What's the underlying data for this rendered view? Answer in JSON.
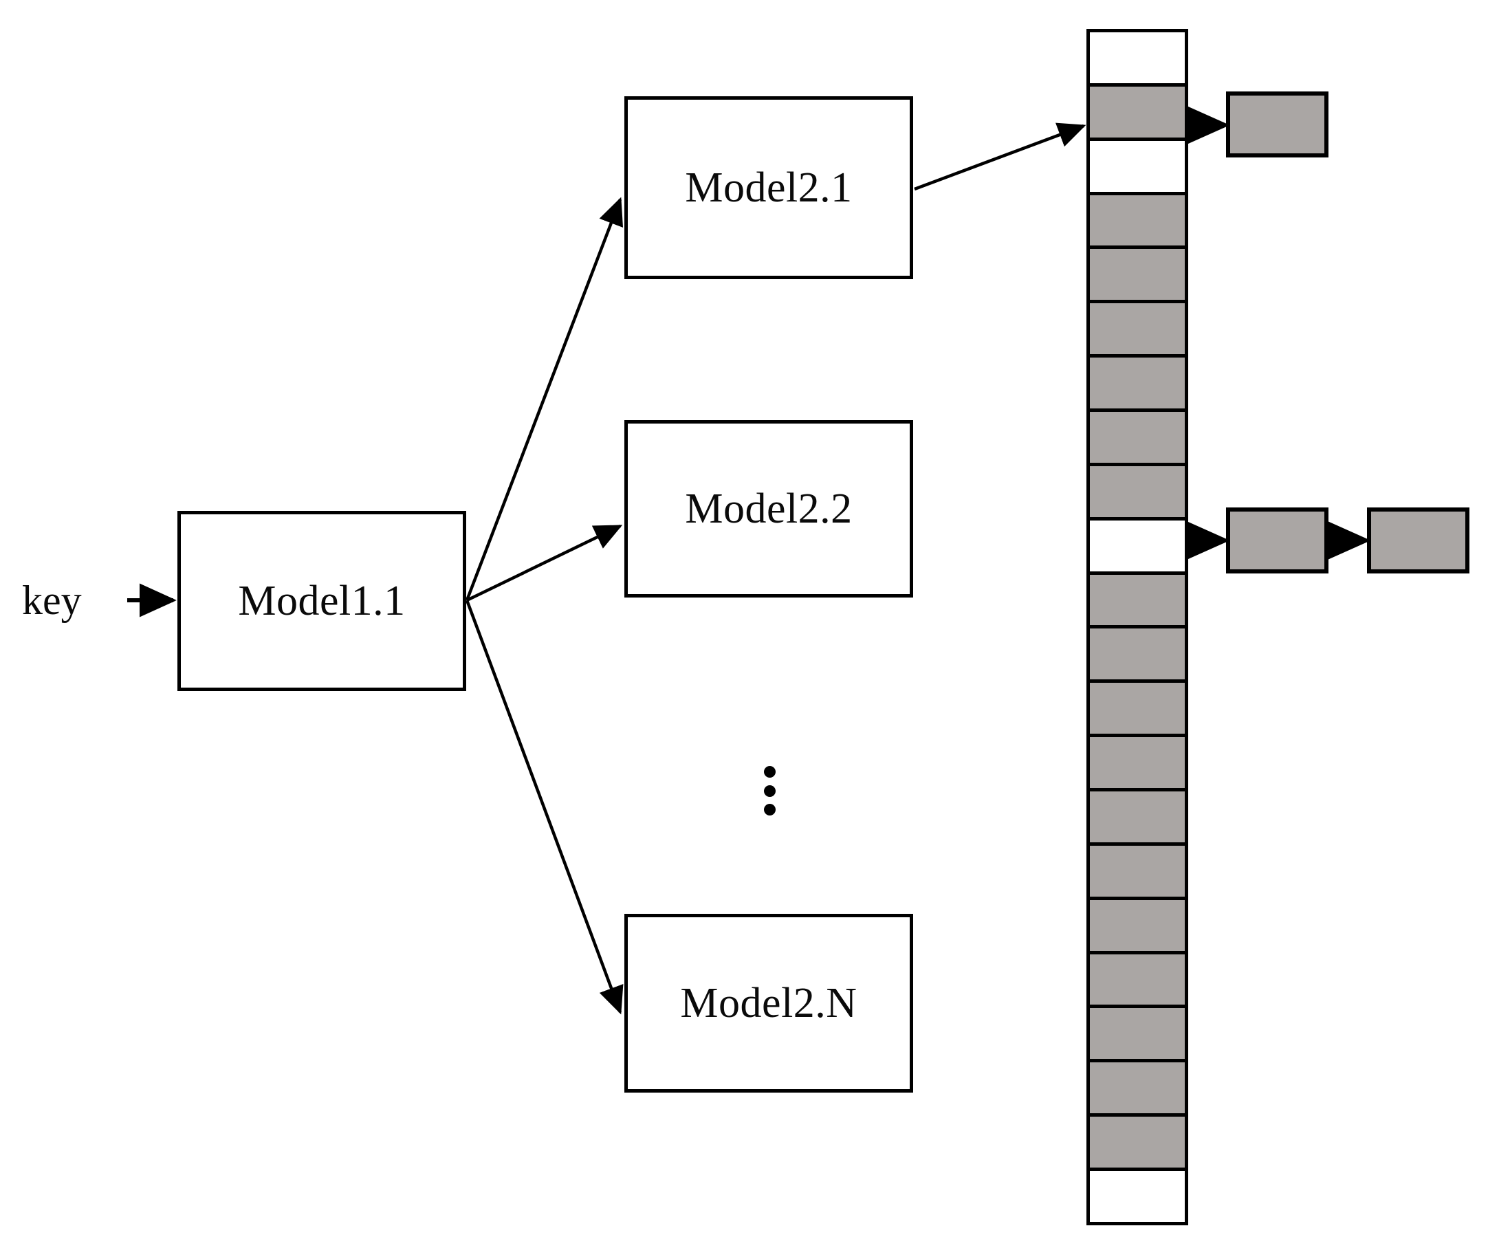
{
  "diagram": {
    "title": "Hierarchical learned index with hash bucket array and overflow chains",
    "colors": {
      "stroke": "#000000",
      "fill_empty": "#ffffff",
      "fill_occupied": "#aaa6a4",
      "background": "#ffffff",
      "text": "#0a0a0a"
    },
    "input": {
      "label": "key"
    },
    "stage1": {
      "label": "Model1.1"
    },
    "stage2": {
      "nodes": [
        {
          "label": "Model2.1"
        },
        {
          "label": "Model2.2"
        },
        {
          "label": "Model2.N"
        }
      ],
      "ellipsis": "vertical-ellipsis"
    },
    "bucket_array": {
      "name": "hash-bucket-array",
      "cell_count": 22,
      "cells": [
        {
          "index": 0,
          "state": "empty"
        },
        {
          "index": 1,
          "state": "occupied"
        },
        {
          "index": 2,
          "state": "empty"
        },
        {
          "index": 3,
          "state": "occupied"
        },
        {
          "index": 4,
          "state": "occupied"
        },
        {
          "index": 5,
          "state": "occupied"
        },
        {
          "index": 6,
          "state": "occupied"
        },
        {
          "index": 7,
          "state": "occupied"
        },
        {
          "index": 8,
          "state": "occupied"
        },
        {
          "index": 9,
          "state": "empty"
        },
        {
          "index": 10,
          "state": "occupied"
        },
        {
          "index": 11,
          "state": "occupied"
        },
        {
          "index": 12,
          "state": "occupied"
        },
        {
          "index": 13,
          "state": "occupied"
        },
        {
          "index": 14,
          "state": "occupied"
        },
        {
          "index": 15,
          "state": "occupied"
        },
        {
          "index": 16,
          "state": "occupied"
        },
        {
          "index": 17,
          "state": "occupied"
        },
        {
          "index": 18,
          "state": "occupied"
        },
        {
          "index": 19,
          "state": "occupied"
        },
        {
          "index": 20,
          "state": "occupied"
        },
        {
          "index": 21,
          "state": "empty"
        }
      ]
    },
    "overflow_chains": [
      {
        "from_cell": 1,
        "boxes": 1
      },
      {
        "from_cell": 8,
        "boxes": 2
      }
    ],
    "edges": [
      {
        "from": "key",
        "to": "Model1.1",
        "type": "arrow"
      },
      {
        "from": "Model1.1",
        "to": "Model2.1",
        "type": "arrow"
      },
      {
        "from": "Model1.1",
        "to": "Model2.2",
        "type": "arrow"
      },
      {
        "from": "Model1.1",
        "to": "Model2.N",
        "type": "arrow"
      },
      {
        "from": "Model2.1",
        "to": "bucket-cell-1",
        "type": "arrow"
      },
      {
        "from": "bucket-cell-1",
        "to": "overflow-1-1",
        "type": "arrow"
      },
      {
        "from": "bucket-cell-8",
        "to": "overflow-2-1",
        "type": "arrow"
      },
      {
        "from": "overflow-2-1",
        "to": "overflow-2-2",
        "type": "arrow"
      }
    ]
  }
}
